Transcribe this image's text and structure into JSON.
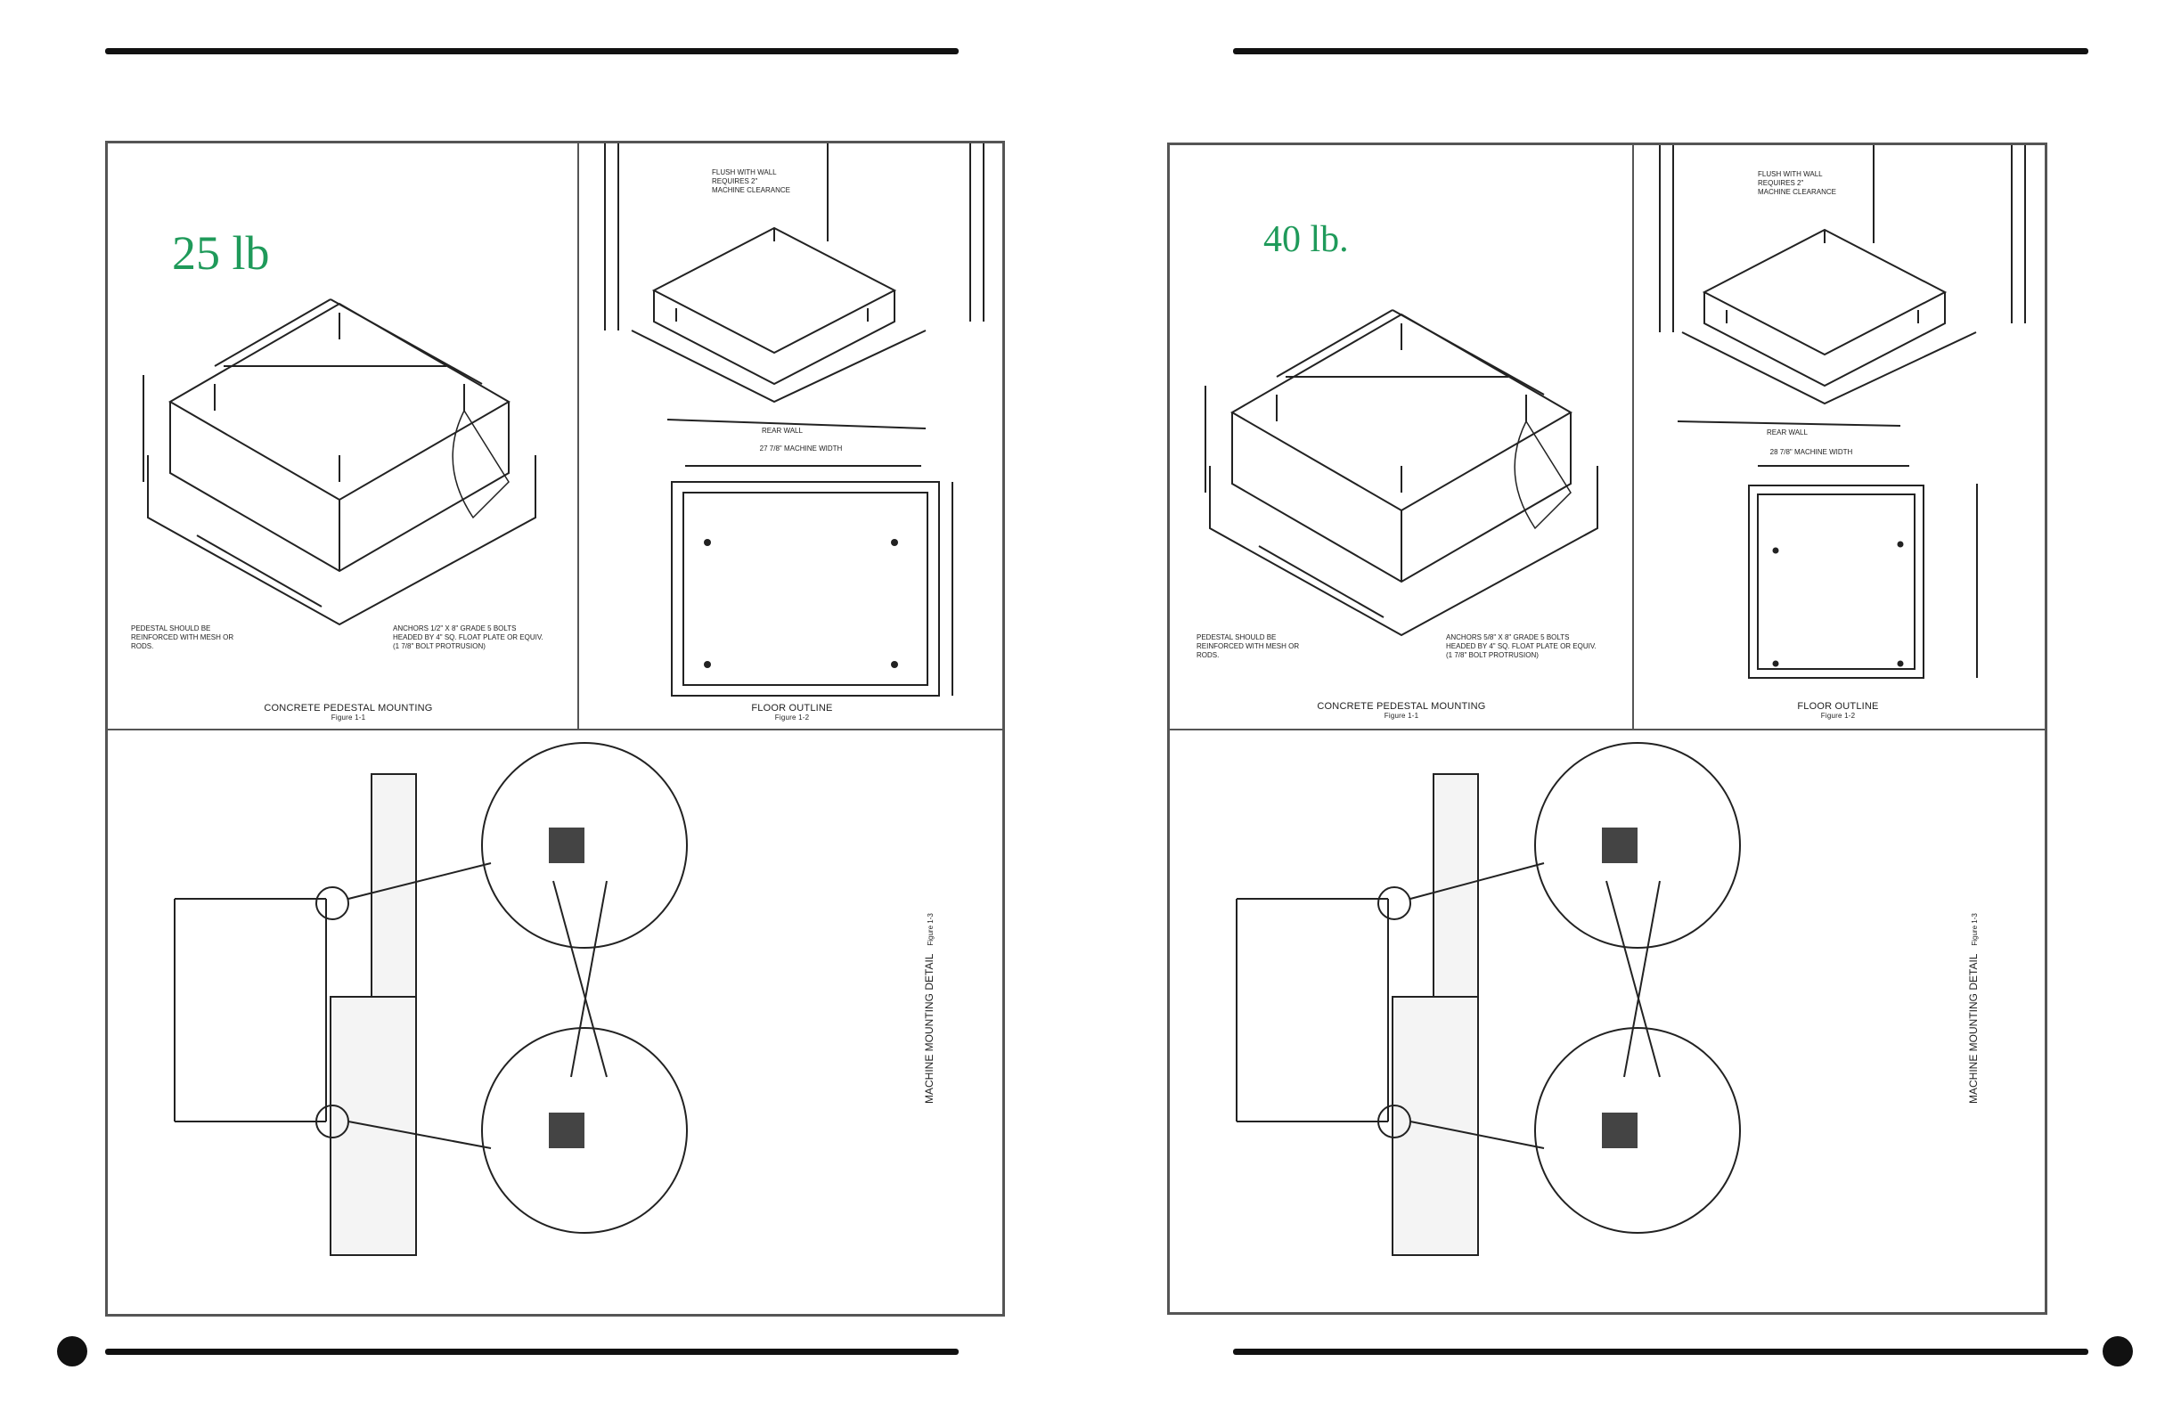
{
  "pages": [
    {
      "weight_label": "25 lb",
      "pedestal_caption": "CONCRETE PEDESTAL MOUNTING",
      "pedestal_figure": "Figure 1-1",
      "floor_caption": "FLOOR OUTLINE",
      "floor_figure": "Figure 1-2",
      "mounting_caption": "MACHINE MOUNTING DETAIL",
      "mounting_figure": "Figure 1-3",
      "note_left": "PEDESTAL SHOULD BE REINFORCED WITH MESH OR RODS.",
      "note_right": "ANCHORS 1/2\" X 8\" GRADE 5 BOLTS HEADED BY 4\" SQ. FLOAT PLATE OR EQUIV. (1 7/8\" BOLT PROTRUSION)",
      "floor_wall_label": "REAR WALL",
      "floor_width_label": "27 7/8\" MACHINE WIDTH",
      "pedestal_top_label": "FLUSH WITH WALL REQUIRES 2\" MACHINE CLEARANCE"
    },
    {
      "weight_label": "40 lb.",
      "pedestal_caption": "CONCRETE PEDESTAL MOUNTING",
      "pedestal_figure": "Figure 1-1",
      "floor_caption": "FLOOR OUTLINE",
      "floor_figure": "Figure 1-2",
      "mounting_caption": "MACHINE MOUNTING DETAIL",
      "mounting_figure": "Figure 1-3",
      "note_left": "PEDESTAL SHOULD BE REINFORCED WITH MESH OR RODS.",
      "note_right": "ANCHORS 5/8\" X 8\" GRADE 5 BOLTS HEADED BY 4\" SQ. FLOAT PLATE OR EQUIV. (1 7/8\" BOLT PROTRUSION)",
      "floor_wall_label": "REAR WALL",
      "floor_width_label": "28 7/8\" MACHINE WIDTH",
      "pedestal_top_label": "FLUSH WITH WALL REQUIRES 2\" MACHINE CLEARANCE"
    }
  ]
}
